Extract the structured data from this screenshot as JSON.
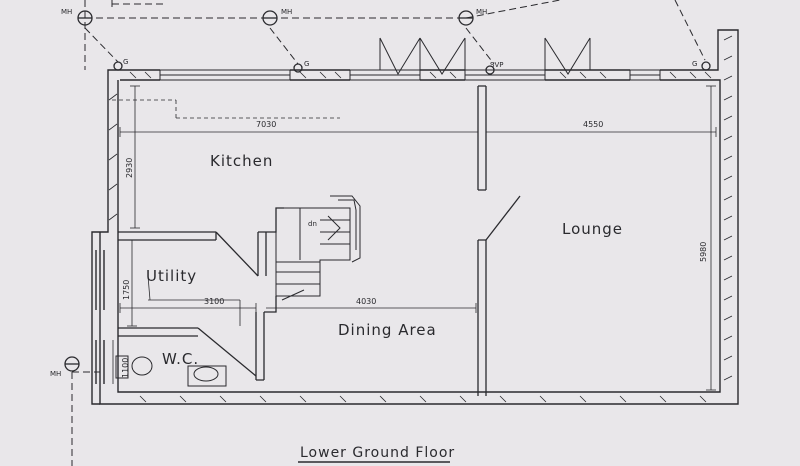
{
  "plan": {
    "title": "Lower Ground Floor",
    "rooms": {
      "kitchen": "Kitchen",
      "utility": "Utility",
      "wc": "W.C.",
      "dining": "Dining Area",
      "lounge": "Lounge"
    },
    "dimensions": {
      "kitchen_width": "7030",
      "lounge_width": "4550",
      "kitchen_depth": "2930",
      "lounge_depth": "5980",
      "utility_width": "3100",
      "dining_width": "4030",
      "utility_depth": "1750",
      "wc_depth": "1100"
    },
    "annotations": {
      "manhole": "MH",
      "gully": "G",
      "soil_vent_pipe": "SVP",
      "stair_down": "dn"
    }
  },
  "colors": {
    "ink": "#2a2a2e",
    "paper": "#e9e7ea"
  }
}
